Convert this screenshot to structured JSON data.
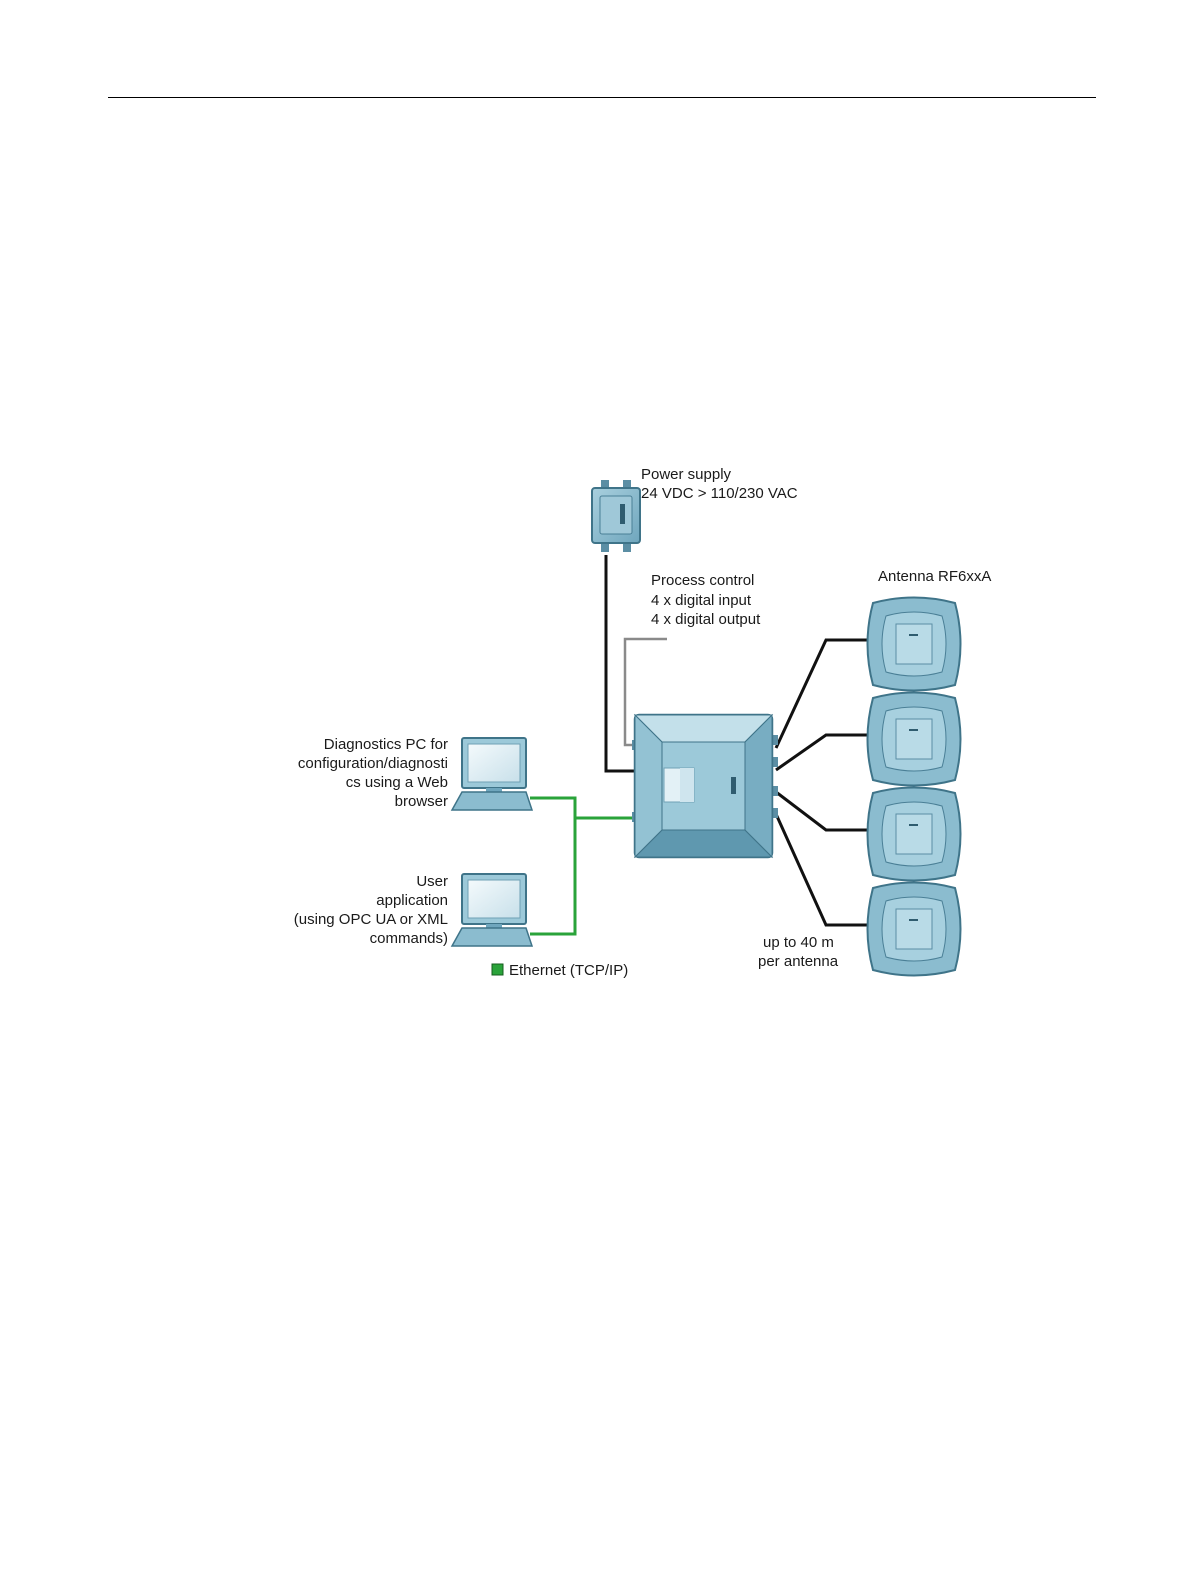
{
  "labels": {
    "power_supply_title": "Power supply",
    "power_supply_spec": "24 VDC > 110/230 VAC",
    "process_control_title": "Process control",
    "process_control_inputs": "4 x digital input",
    "process_control_outputs": "4 x digital output",
    "antenna_title": "Antenna RF6xxA",
    "diag_pc_line1": "Diagnostics PC for",
    "diag_pc_line2": "configuration/diagnosti",
    "diag_pc_line3": "cs using a Web",
    "diag_pc_line4": "browser",
    "user_app_line1": "User",
    "user_app_line2": "application",
    "user_app_line3": "(using OPC UA or XML",
    "user_app_line4": "commands)",
    "cable_length_line1": "up to 40 m",
    "cable_length_line2": "per antenna",
    "legend_ethernet": "Ethernet (TCP/IP)"
  },
  "colors": {
    "device_fill": "#8bbccf",
    "device_dark": "#4a7f96",
    "device_light": "#bcdbe7",
    "ethernet": "#2aa33a",
    "cable": "#111111",
    "io_cable": "#8a8a8a"
  }
}
